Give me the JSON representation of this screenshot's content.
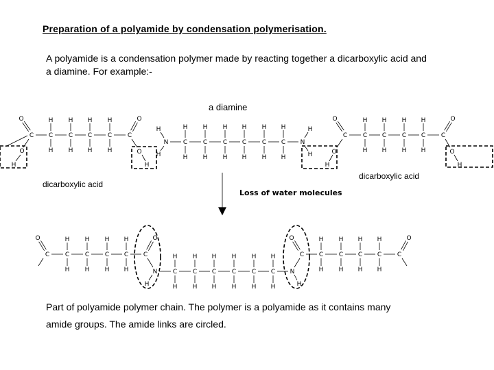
{
  "title": "Preparation of a polyamide by condensation polymerisation.",
  "intro": {
    "line1": "A polyamide is a condensation polymer made by reacting together a dicarboxylic acid and",
    "line2": "a diamine.  For example:-"
  },
  "labels": {
    "diamine": "a diamine",
    "acid_left": "dicarboxylic acid",
    "acid_right": "dicarboxylic acid",
    "loss": "Loss of water molecules"
  },
  "conclusion": {
    "line1": "Part of polyamide polymer chain.  The polymer is a polyamide as it contains many",
    "line2": "amide groups. The amide links are circled."
  },
  "atoms": {
    "carbon": "C",
    "hydrogen": "H",
    "oxygen": "O",
    "nitrogen": "N"
  }
}
